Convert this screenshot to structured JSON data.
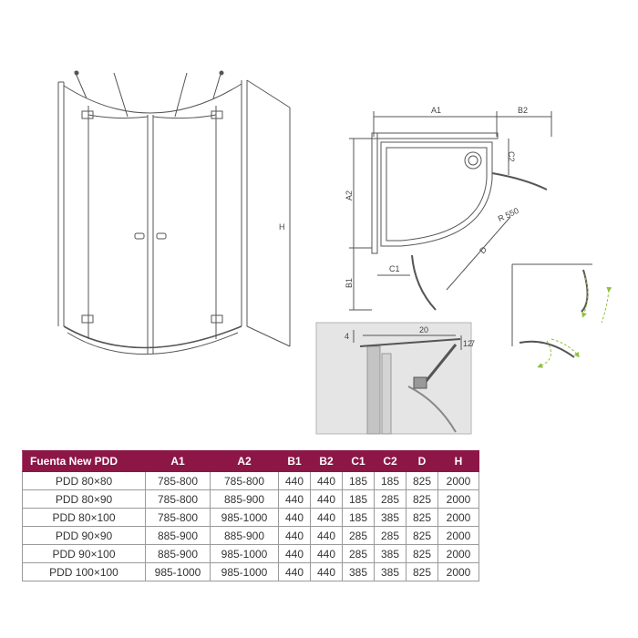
{
  "labels": {
    "front_height": "H",
    "plan_a1": "A1",
    "plan_b2": "B2",
    "plan_a2": "A2",
    "plan_b1": "B1",
    "plan_c1": "C1",
    "plan_c2": "C2",
    "plan_radius": "R 550",
    "plan_d": "D",
    "detail_4": "4",
    "detail_20": "20",
    "detail_12": "12",
    "detail_7": "7"
  },
  "table": {
    "headers": [
      "Fuenta New PDD",
      "A1",
      "A2",
      "B1",
      "B2",
      "C1",
      "C2",
      "D",
      "H"
    ],
    "rows": [
      [
        "PDD 80×80",
        "785-800",
        "785-800",
        "440",
        "440",
        "185",
        "185",
        "825",
        "2000"
      ],
      [
        "PDD 80×90",
        "785-800",
        "885-900",
        "440",
        "440",
        "185",
        "285",
        "825",
        "2000"
      ],
      [
        "PDD 80×100",
        "785-800",
        "985-1000",
        "440",
        "440",
        "185",
        "385",
        "825",
        "2000"
      ],
      [
        "PDD 90×90",
        "885-900",
        "885-900",
        "440",
        "440",
        "285",
        "285",
        "825",
        "2000"
      ],
      [
        "PDD 90×100",
        "885-900",
        "985-1000",
        "440",
        "440",
        "285",
        "385",
        "825",
        "2000"
      ],
      [
        "PDD 100×100",
        "985-1000",
        "985-1000",
        "440",
        "440",
        "385",
        "385",
        "825",
        "2000"
      ]
    ]
  },
  "colors": {
    "header_bg": "#8c1747",
    "arrow": "#8fc23f",
    "line": "#555555"
  }
}
